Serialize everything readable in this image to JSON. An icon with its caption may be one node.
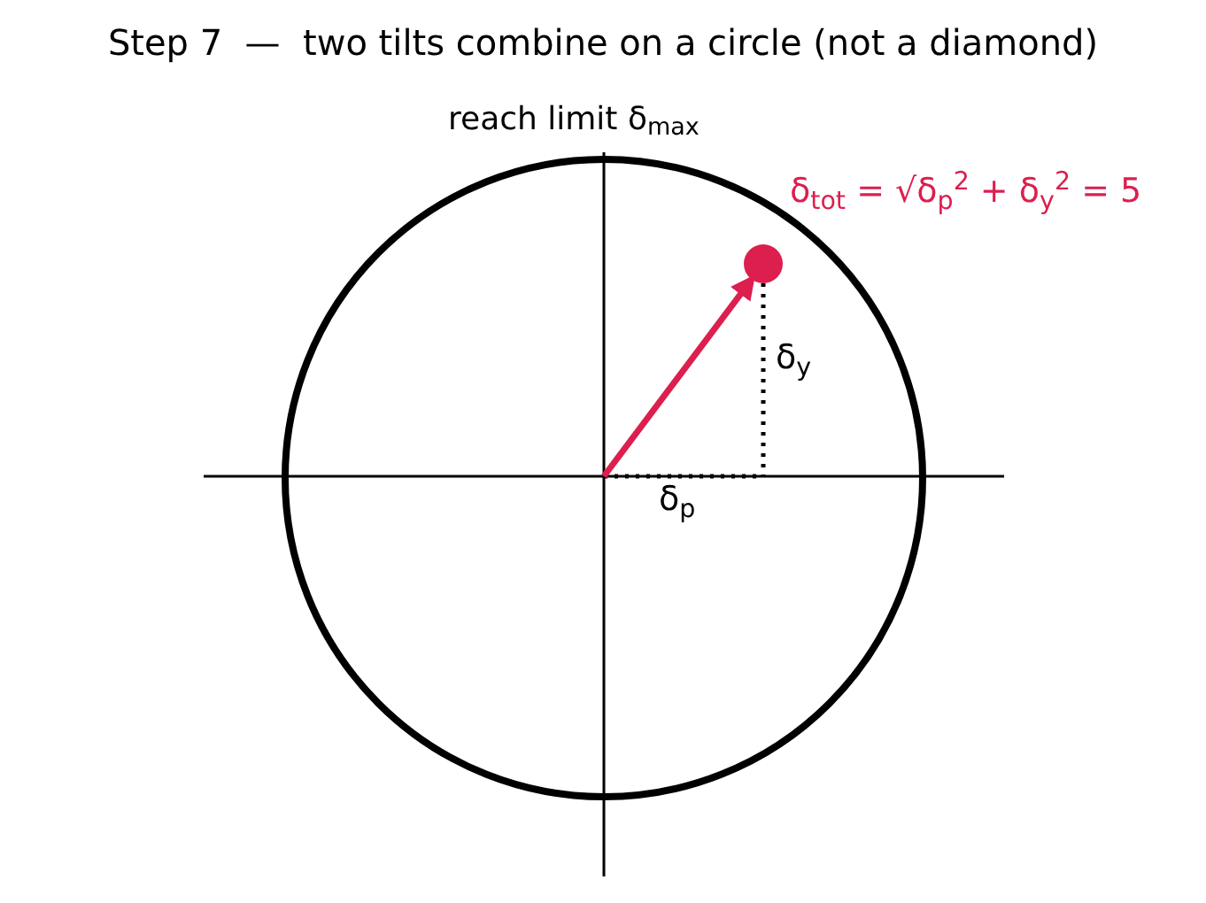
{
  "diagram": {
    "title": "Step 7  —  two tilts combine on a circle (not a diamond)",
    "nodes": [
      {
        "text": [
          "reach limit  δ$_{max}$"
        ]
      },
      {
        "text": [],
        "shape": "circle",
        "in": 0
      }
    ],
    "edges": [
      {
        "from": null,
        "to": 1,
        "arrow": "to",
        "color": "#dc1f4e"
      }
    ],
    "labels": [
      "δ$_{tot}$ = √δ$_{p}$$^{2}$ + δ$_{y}$$^{2}$ = 5",
      "δ$_{y}$",
      "δ$_{p}$"
    ]
  }
}
